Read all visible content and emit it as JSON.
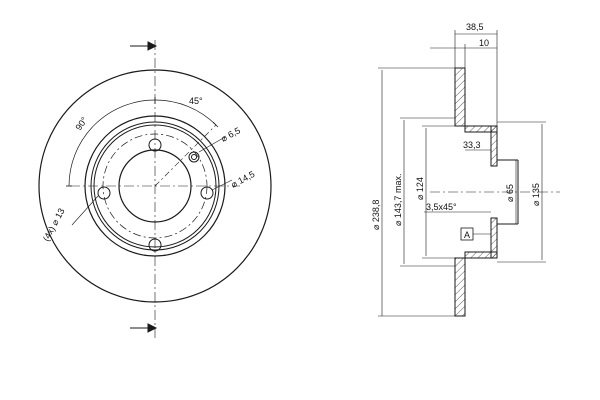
{
  "colors": {
    "line": "#1a1a1a",
    "hatch": "#333333",
    "background": "#ffffff"
  },
  "front_view": {
    "angle_1": "45°",
    "angle_2": "90°",
    "hole_dia_1": "⌀ 6,5",
    "hole_dia_2": "⌀ 14,5",
    "bolt_circle": "(4x) ⌀ 13"
  },
  "side_view": {
    "overall_width": "38,5",
    "disc_thickness": "10",
    "outer_diameter": "⌀ 238,8",
    "inner_diameter_max": "⌀ 143,7 max.",
    "hat_diameter": "⌀ 124",
    "hat_depth": "33,3",
    "center_bore": "⌀ 65",
    "pcd_outer": "⌀ 135",
    "chamfer": "3,5x45°",
    "datum": "A"
  }
}
